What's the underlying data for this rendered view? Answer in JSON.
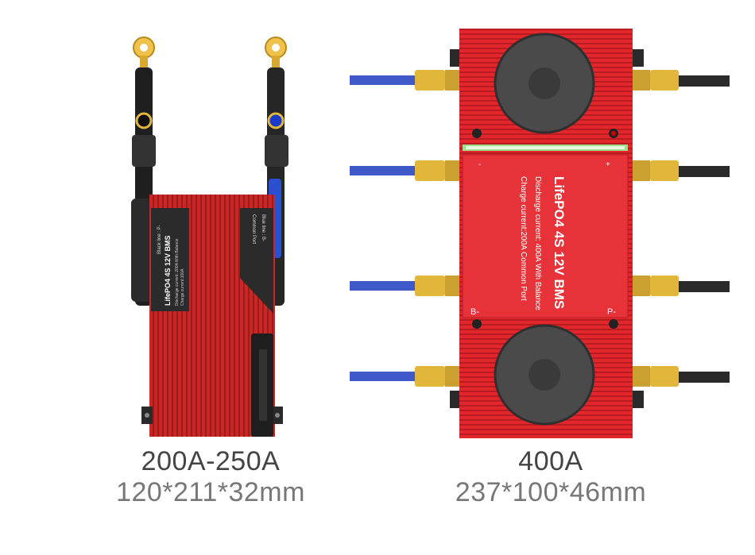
{
  "left_product": {
    "label_title": "LifePO4 4S 12V BMS",
    "label_line1": "Discharge current: 200A   With Balance",
    "label_line2": "Charge current:100A",
    "black_line": "Black line : P-",
    "common_port": "Common Port",
    "blue_line": "Blue line : B-",
    "model": "200A-250A",
    "dimensions": "120*211*32mm"
  },
  "right_product": {
    "label_title": "LifePO4 4S 12V BMS",
    "label_line1": "Discharge current: 400A  With Balance",
    "label_line2": "Charge current:200A    Common Port",
    "terminal_b": "B-",
    "terminal_p": "P-",
    "minus": "-",
    "plus": "+",
    "model": "400A",
    "dimensions": "237*100*46mm"
  },
  "colors": {
    "housing_red": "#d42a2a",
    "heatsink_red": "#e3262b",
    "fan_gray": "#4a4a4a",
    "blue_wire": "#3f59c8",
    "black_wire": "#2a2a2a",
    "connector_gold": "#e0b73a"
  }
}
